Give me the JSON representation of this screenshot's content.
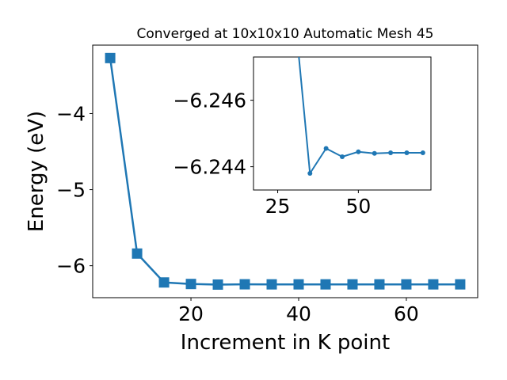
{
  "accent_color": "#1f77b4",
  "chart_data": [
    {
      "type": "line",
      "title": "Converged at 10x10x10 Automatic Mesh 45",
      "xlabel": "Increment in K point",
      "ylabel": "Energy (eV)",
      "marker": "square",
      "grid": false,
      "xlim": [
        1.75,
        73.25
      ],
      "ylim": [
        -6.42,
        -3.1
      ],
      "xticks": [
        20,
        40,
        60
      ],
      "xtick_labels": [
        "20",
        "40",
        "60"
      ],
      "yticks": [
        -6,
        -5,
        -4
      ],
      "ytick_labels": [
        "−6",
        "−5",
        "−4"
      ],
      "series": [
        {
          "color": "#1f77b4",
          "x": [
            5,
            10,
            15,
            20,
            25,
            30,
            35,
            40,
            45,
            50,
            55,
            60,
            65,
            70
          ],
          "y": [
            -3.27,
            -5.84,
            -6.22,
            -6.24,
            -6.248,
            -6.244,
            -6.245,
            -6.245,
            -6.245,
            -6.245,
            -6.245,
            -6.245,
            -6.245,
            -6.245
          ]
        }
      ]
    },
    {
      "type": "line",
      "title": "",
      "xlabel": "",
      "ylabel": "",
      "marker": "circle",
      "grid": false,
      "xlim": [
        17.5,
        72.5
      ],
      "ylim": [
        -6.2433,
        -6.2473
      ],
      "xticks": [
        25,
        50
      ],
      "xtick_labels": [
        "25",
        "50"
      ],
      "yticks": [
        -6.246,
        -6.244
      ],
      "ytick_labels": [
        "−6.246",
        "−6.244"
      ],
      "series": [
        {
          "color": "#1f77b4",
          "x": [
            30,
            35,
            40,
            45,
            50,
            55,
            60,
            65,
            70
          ],
          "y": [
            -6.2489,
            -6.2438,
            -6.24455,
            -6.2443,
            -6.24445,
            -6.2444,
            -6.24442,
            -6.24442,
            -6.24442
          ]
        }
      ]
    }
  ]
}
